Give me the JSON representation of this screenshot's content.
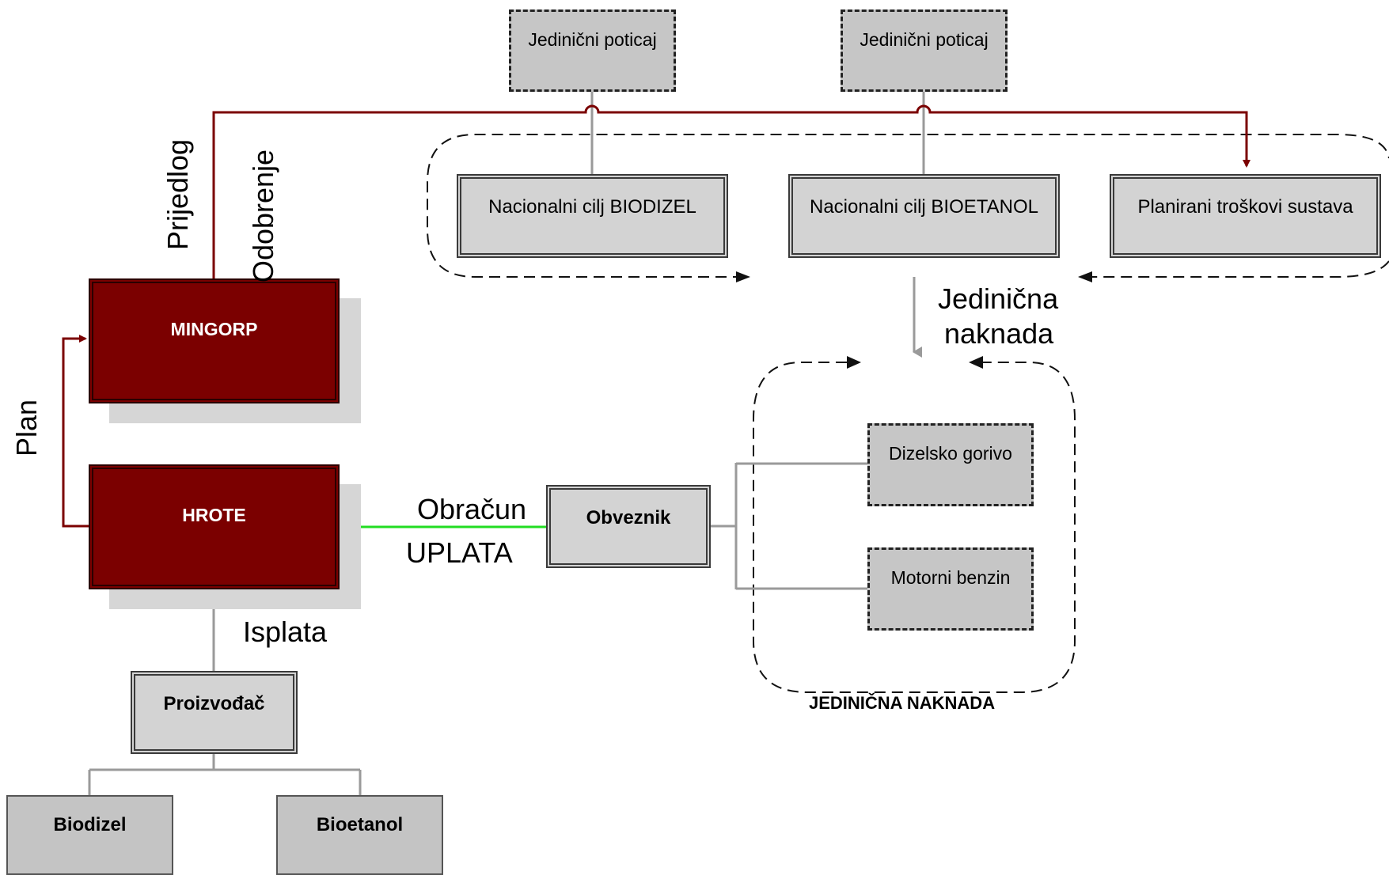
{
  "nodes": {
    "jedinicni_poticaj_1": "Jedinični poticaj",
    "jedinicni_poticaj_2": "Jedinični poticaj",
    "nacionalni_biodizel": "Nacionalni cilj BIODIZEL",
    "nacionalni_bioetanol": "Nacionalni cilj BIOETANOL",
    "planirani_troskovi": "Planirani troškovi sustava",
    "mingorp": "MINGORP",
    "hrote": "HROTE",
    "obveznik": "Obveznik",
    "dizelsko_gorivo": "Dizelsko gorivo",
    "motorni_benzin": "Motorni benzin",
    "proizvodac": "Proizvođač",
    "biodizel": "Biodizel",
    "bioetanol": "Bioetanol"
  },
  "labels": {
    "prijedlog": "Prijedlog",
    "odobrenje": "Odobrenje",
    "plan": "Plan",
    "jedinicna_naknada_line1": "Jedinična",
    "jedinicna_naknada_line2": "naknada",
    "obracun": "Obračun",
    "uplata": "UPLATA",
    "isplata": "Isplata",
    "group_title": "JEDINIČNA NAKNADA"
  },
  "colors": {
    "dark_red": "#7b0000",
    "gray_box": "#d3d3d3",
    "payment_arrow": "#22dd22",
    "connector": "#9a9a9a"
  }
}
